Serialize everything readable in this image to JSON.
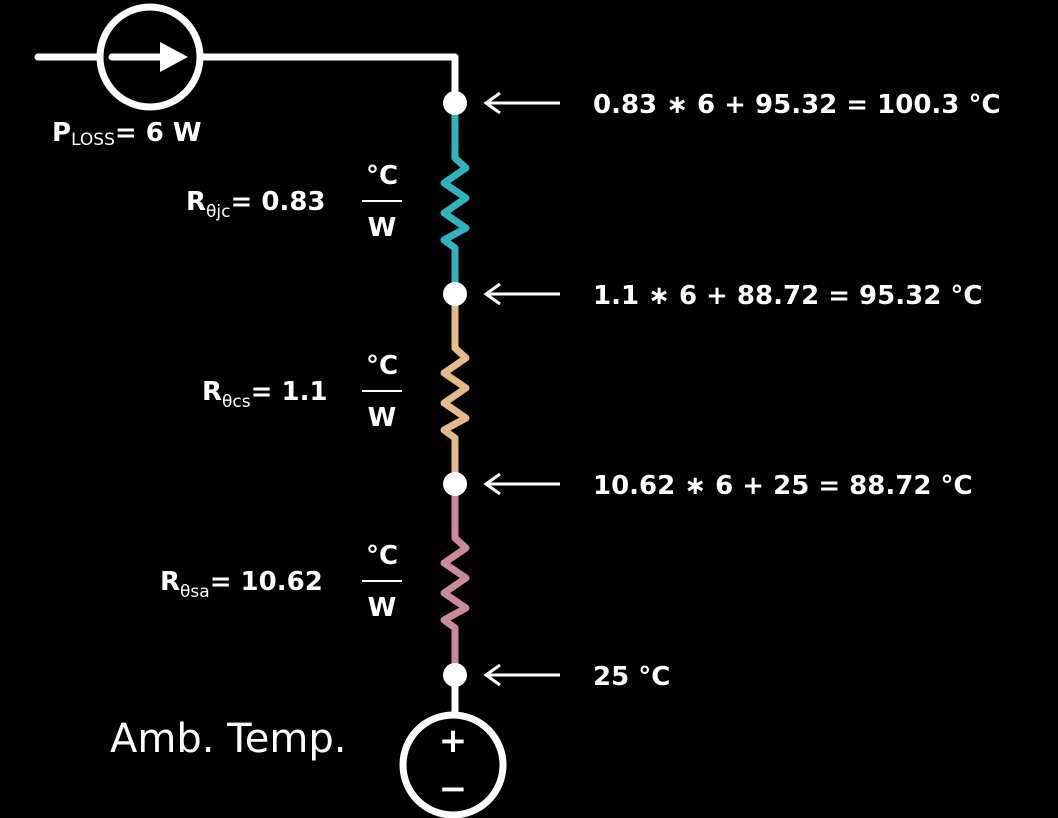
{
  "source": {
    "label_main": "P",
    "label_sub": "LOSS",
    "label_value": "= 6  W"
  },
  "ambient": {
    "label": "Amb. Temp.",
    "plus": "+",
    "minus": "−"
  },
  "resistors": [
    {
      "sym": "R",
      "sub": "θjc",
      "value": "= 0.83",
      "unit_top": "°C",
      "unit_bottom": "W",
      "color": "#2fb4bd"
    },
    {
      "sym": "R",
      "sub": "θcs",
      "value": "= 1.1",
      "unit_top": "°C",
      "unit_bottom": "W",
      "color": "#e6b98b"
    },
    {
      "sym": "R",
      "sub": "θsa",
      "value": "= 10.62",
      "unit_top": "°C",
      "unit_bottom": "W",
      "color": "#c98a9c"
    }
  ],
  "nodes": [
    {
      "equation": "0.83 ∗ 6 + 95.32 = 100.3  °C"
    },
    {
      "equation": "1.1 ∗ 6 + 88.72 = 95.32  °C"
    },
    {
      "equation": "10.62 ∗ 6 + 25 = 88.72  °C"
    },
    {
      "equation": "25  °C"
    }
  ]
}
